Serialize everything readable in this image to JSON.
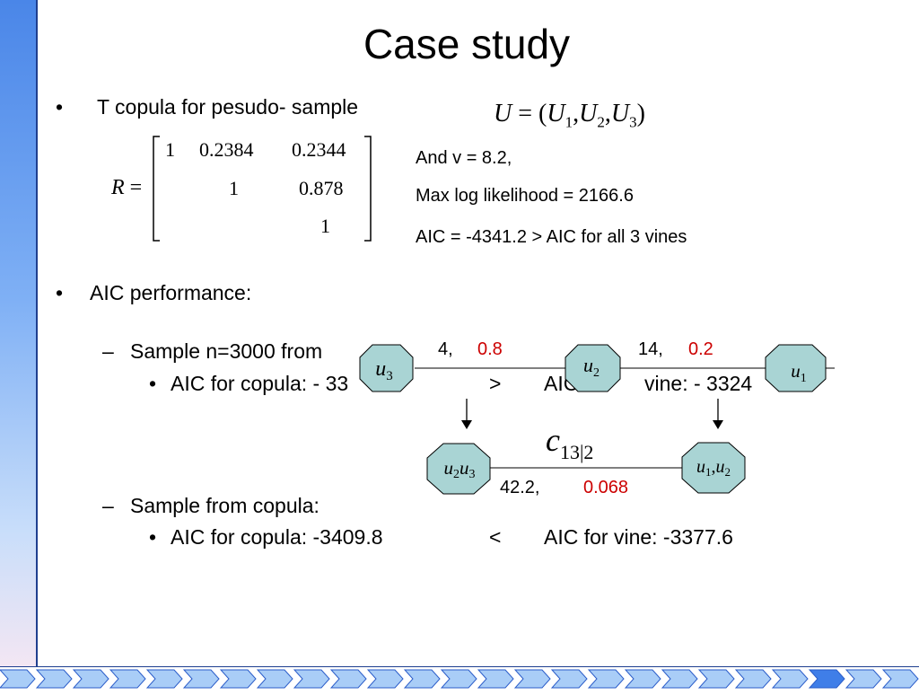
{
  "slide": {
    "title": "Case study",
    "bullet1": "T copula for pesudo- sample",
    "u_eq": {
      "lhs": "U",
      "eq": "=",
      "open": "(",
      "U1": "U",
      "s1": "1",
      "comma1": ",",
      "U2": "U",
      "s2": "2",
      "comma2": ",",
      "U3": "U",
      "s3": "3",
      "close": ")"
    },
    "matrix": {
      "label": "R",
      "eq": "=",
      "row1": [
        "1",
        "0.2384",
        "0.2344"
      ],
      "row2": [
        "1",
        "0.878"
      ],
      "row3": [
        "1"
      ]
    },
    "info": {
      "v_line": "And v = 8.2,",
      "loglik_line": "Max log likelihood = 2166.6",
      "aic_line": "AIC = -4341.2 > AIC for all 3 vines"
    },
    "bullet2": "AIC performance:",
    "sample1": {
      "dash": "–",
      "label": "Sample n=3000 from",
      "aic_label": "AIC for copula: - 33",
      "cmp": ">",
      "vine_tail": "AIC",
      "vine_tail2": "vine:  - 3324"
    },
    "sample2": {
      "dash": "–",
      "label": "Sample from copula:",
      "aic_label": "AIC for copula:   -3409.8",
      "cmp": "<",
      "vine": "AIC for vine: -3377.6"
    },
    "vine_diagram": {
      "node_u3": {
        "base": "u",
        "sub": "3"
      },
      "node_u2": {
        "base": "u",
        "sub": "2"
      },
      "node_u1": {
        "base": "u",
        "sub": "1"
      },
      "node_u2u3": {
        "b1": "u",
        "s1": "2",
        "b2": "u",
        "s2": "3"
      },
      "node_u1u2": {
        "b1": "u",
        "s1": "1",
        "comma": ",",
        "b2": "u",
        "s2": "2"
      },
      "edge1": {
        "num": "4,",
        "val": "0.8"
      },
      "edge2": {
        "num": "14,",
        "val": "0.2"
      },
      "edge3": {
        "num": "42.2,",
        "val": "0.068"
      },
      "cond": {
        "base": "c",
        "sub": "13|2"
      }
    },
    "colors": {
      "accent": "#cc0000",
      "node_fill": "#a9d4d4",
      "sidebar": "#4a86e8"
    }
  }
}
